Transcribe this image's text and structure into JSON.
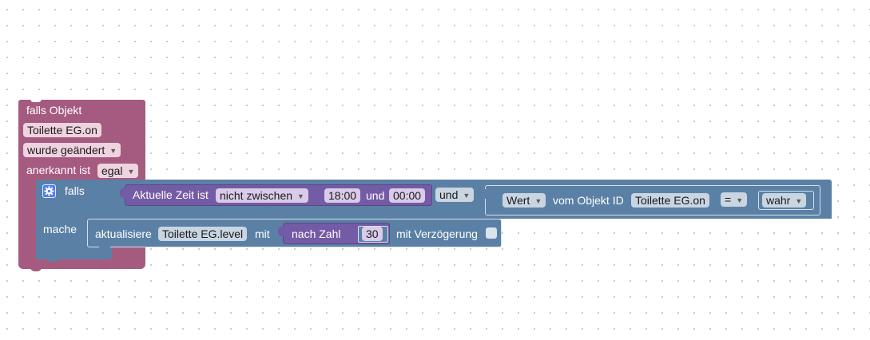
{
  "event_block": {
    "title": "falls Objekt",
    "object_field": "Toilette EG.on",
    "change_dropdown": "wurde geändert",
    "ack_label": "anerkannt ist",
    "ack_dropdown": "egal"
  },
  "if_block": {
    "falls_label": "falls",
    "mache_label": "mache",
    "time_block": {
      "label": "Aktuelle Zeit ist",
      "mode_dropdown": "nicht zwischen",
      "from_time": "18:00",
      "and_label": "und",
      "to_time": "00:00"
    },
    "logic_dropdown": "und",
    "compare_block": {
      "property_dropdown": "Wert",
      "object_label": "vom Objekt ID",
      "object_field": "Toilette EG.on",
      "operator_dropdown": "=",
      "value_dropdown": "wahr"
    },
    "update_block": {
      "label": "aktualisiere",
      "object_field": "Toilette EG.level",
      "with_label": "mit",
      "number_block_label": "nach Zahl",
      "number_value": "30",
      "delay_label": "mit Verzögerung",
      "delay_checked": false
    }
  },
  "colors": {
    "event_block": "#a55b80",
    "if_block": "#5b80a5",
    "time_block": "#745ba5",
    "number_block": "#745ba5",
    "mutator_icon": "#4a7dff"
  }
}
